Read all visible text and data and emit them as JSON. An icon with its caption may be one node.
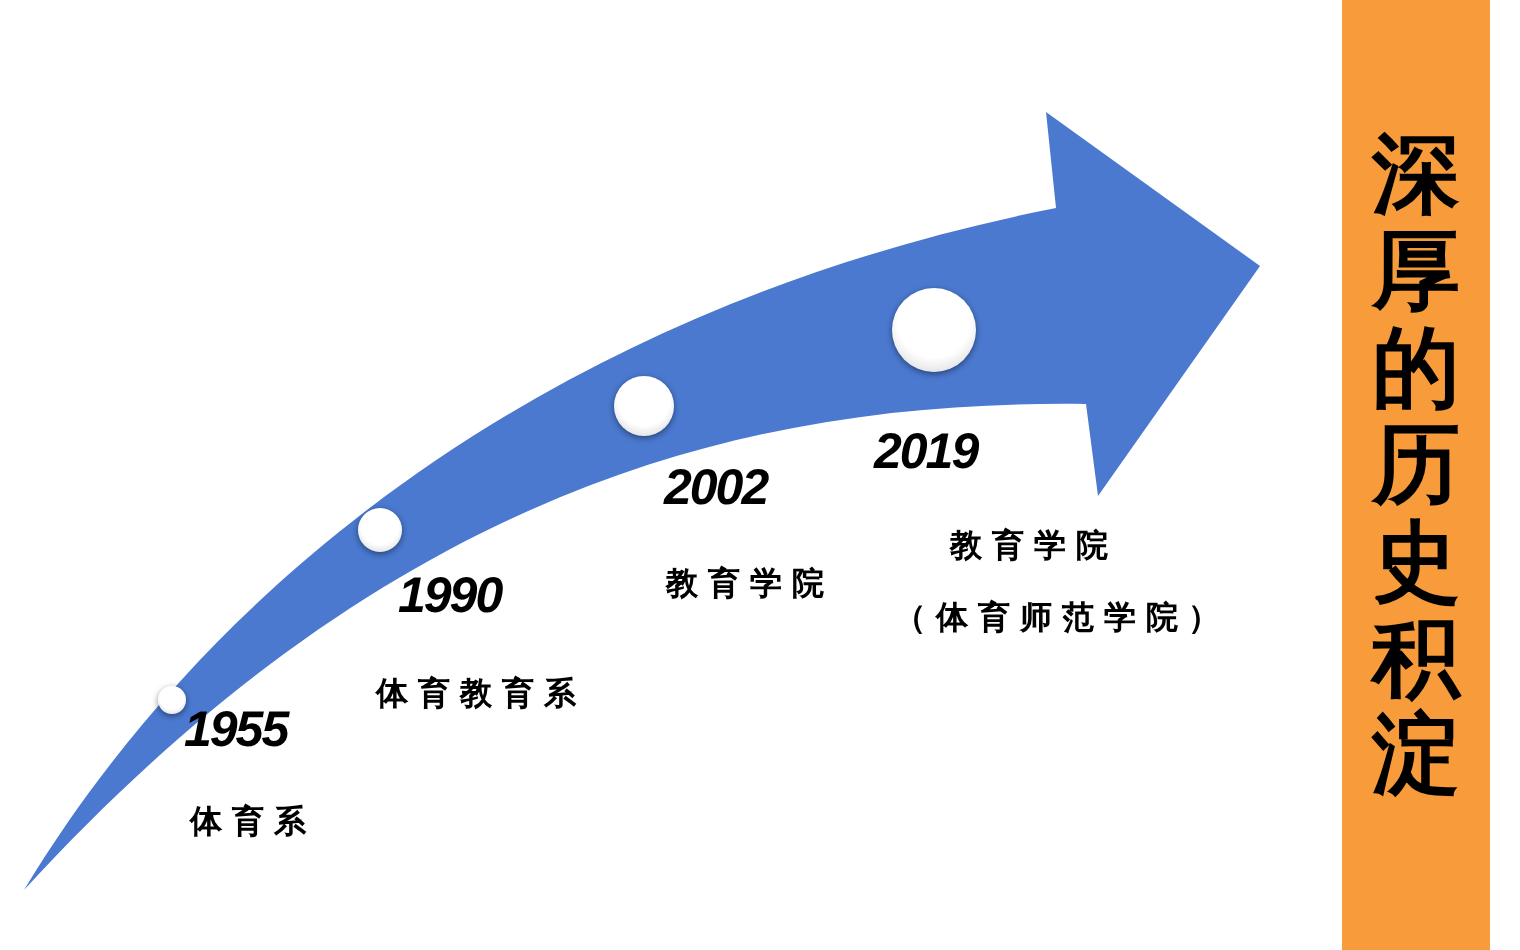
{
  "diagram": {
    "nodes": [
      {
        "text": [],
        "shape": "circle",
        "beside": [
          "1955",
          "体育系"
        ]
      },
      {
        "text": [],
        "shape": "circle",
        "beside": [
          "1990",
          "体育教育系"
        ]
      },
      {
        "text": [],
        "shape": "circle",
        "beside": [
          "2002",
          "教育学院"
        ]
      },
      {
        "text": [],
        "shape": "circle",
        "beside": [
          "2019",
          "教育学院",
          "（体育师范学院）"
        ]
      },
      {
        "text": [
          "深厚的历史积淀"
        ]
      }
    ]
  }
}
